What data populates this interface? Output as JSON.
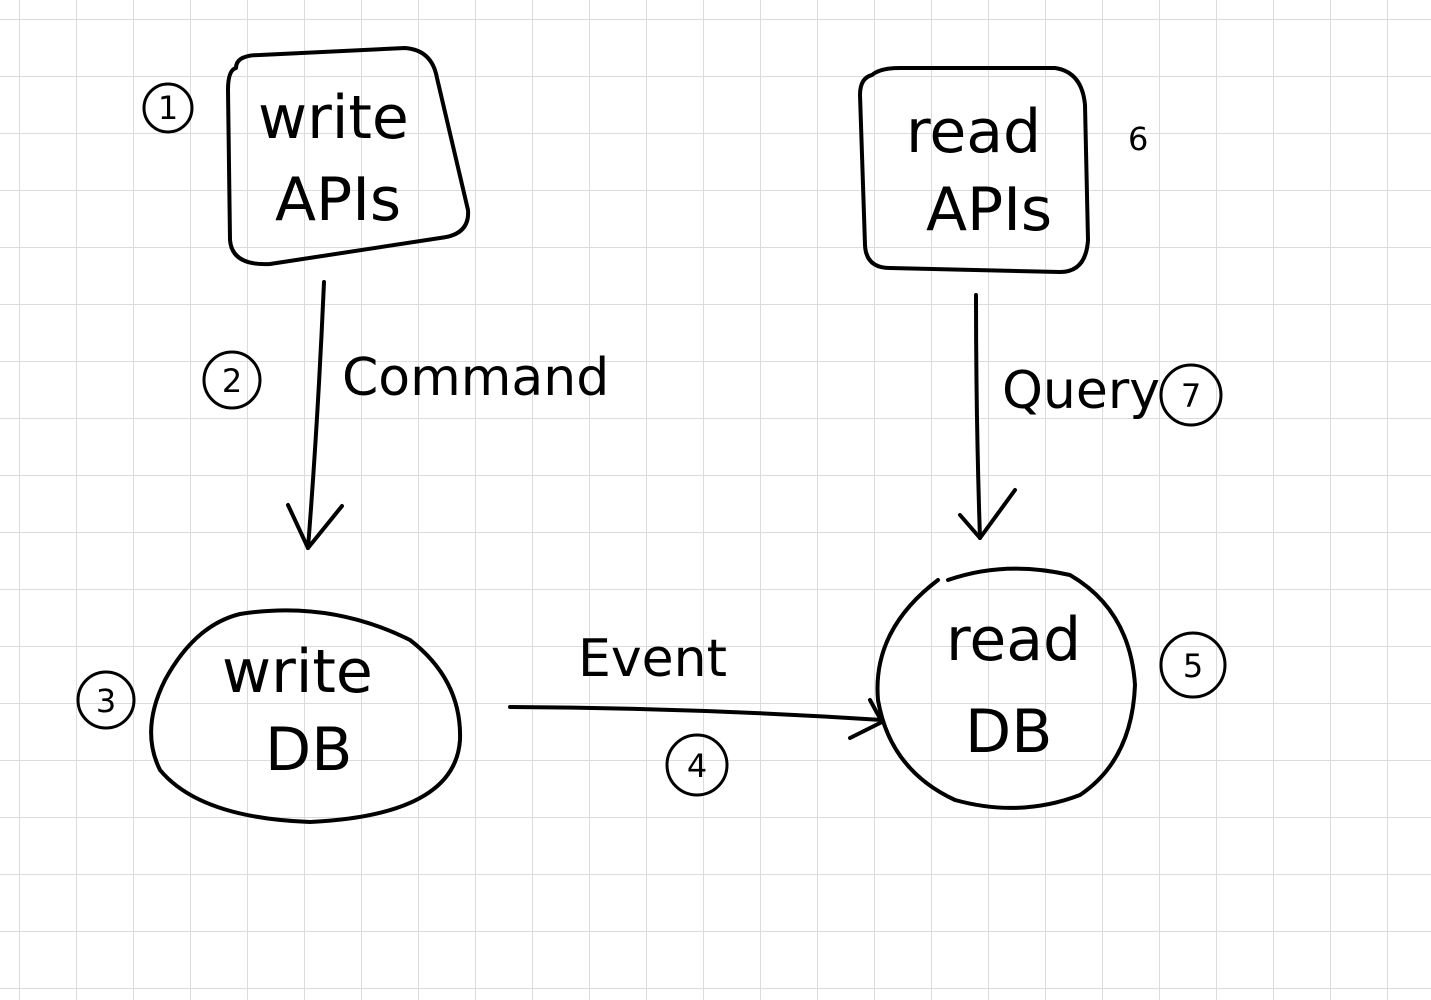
{
  "nodes": {
    "write_apis": {
      "line1": "write",
      "line2": "APIs"
    },
    "read_apis": {
      "line1": "read",
      "line2": "APIs"
    },
    "write_db": {
      "line1": "write",
      "line2": "DB"
    },
    "read_db": {
      "line1": "read",
      "line2": "DB"
    }
  },
  "edges": {
    "command": "Command",
    "query": "Query",
    "event": "Event"
  },
  "step_numbers": {
    "write_apis": "1",
    "command": "2",
    "write_db": "3",
    "event": "4",
    "read_db": "5",
    "read_apis": "6",
    "query": "7"
  }
}
